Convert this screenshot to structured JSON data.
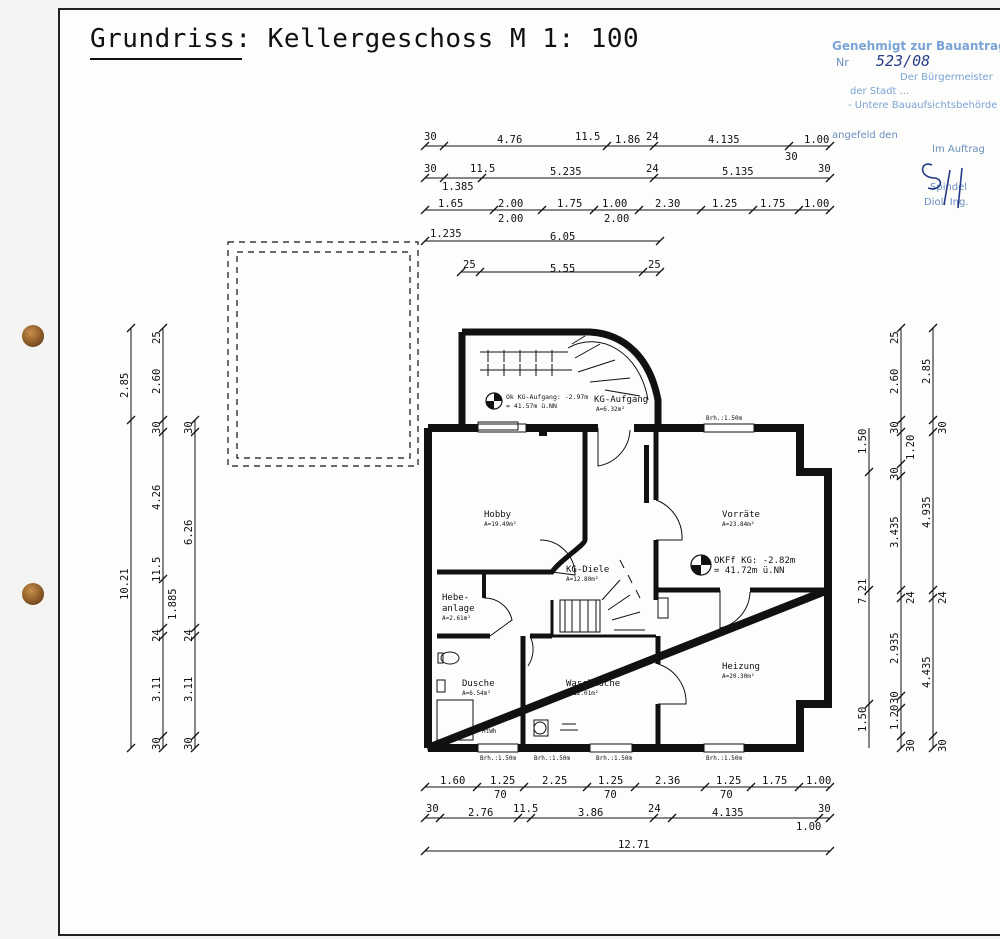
{
  "title": "Grundriss:  Kellergeschoss   M 1: 100",
  "stamp": {
    "line1": "Genehmigt zur Bauantrag",
    "nr_prefix": "Nr",
    "nr": "523/08",
    "line3": "Der Bürgermeister",
    "line4": "der Stadt ...",
    "line5": "- Untere Bauaufsichtsbehörde -",
    "line6": "angefeld den",
    "auftrag": "Im Auftrag",
    "sig1": "Spindel",
    "sig2": "Diol. Ing."
  },
  "rooms": {
    "hobby": {
      "name": "Hobby",
      "area": "A=19.49m²"
    },
    "vorraete": {
      "name": "Vorräte",
      "area": "A=23.84m²"
    },
    "diele": {
      "name": "KG-Diele",
      "area": "A=12.80m²"
    },
    "hebe1": "Hebe-",
    "hebe2": "anlage",
    "hebe_area": "A=2.61m²",
    "dusche": {
      "name": "Dusche",
      "area": "A=6.54m²"
    },
    "wasch": {
      "name": "Waschküche",
      "area": "A=12.01m²"
    },
    "heizung": {
      "name": "Heizung",
      "area": "A=20.30m²"
    },
    "aufgang": {
      "name": "KG-Aufgang",
      "area": "A=6.32m²"
    }
  },
  "levels": {
    "aufgang1": "Ok KG-Aufgang: -2.97m",
    "aufgang2": "= 41.57m ü.NN",
    "okff1": "OKFf KG: -2.82m",
    "okff2": "= 41.72m ü.NN"
  },
  "brh": {
    "b1": "Brh.:1.50m",
    "b2": "Brh.:1.50m",
    "b3": "Brh.:1.50m",
    "b4": "Brh.:1.50m",
    "b5": "Brh.:1.50m",
    "htwh": "HtWh"
  },
  "dims_top": {
    "r1": [
      "30",
      "4.76",
      "11.5",
      "1.86",
      "24",
      "4.135",
      "1.00",
      "30"
    ],
    "r2": [
      "30",
      "11.5",
      "5.235",
      "24",
      "5.135",
      "30",
      "1.385"
    ],
    "r3": [
      "1.65",
      "2.00",
      "1.75",
      "1.00",
      "2.30",
      "1.25",
      "1.75",
      "1.00",
      "2.00",
      "2.00"
    ],
    "r4": [
      "1.235",
      "6.05"
    ],
    "r5": [
      "25",
      "5.55",
      "25"
    ]
  },
  "dims_bottom": {
    "r1": [
      "1.60",
      "1.25",
      "2.25",
      "1.25",
      "2.36",
      "1.25",
      "1.75",
      "1.00",
      "70",
      "70",
      "70"
    ],
    "r2": [
      "30",
      "2.76",
      "11.5",
      "3.86",
      "24",
      "4.135",
      "30",
      "1.00"
    ],
    "total": "12.71"
  },
  "dims_left": {
    "a": [
      "2.85",
      "10.21"
    ],
    "b": [
      "25",
      "2.60",
      "30",
      "4.26",
      "11.5",
      "1.885",
      "24",
      "3.11",
      "30"
    ],
    "c": [
      "30",
      "6.26",
      "24",
      "3.11",
      "30"
    ]
  },
  "dims_right": {
    "a": [
      "1.50",
      "7.21",
      "1.50"
    ],
    "b": [
      "25",
      "2.60",
      "30",
      "1.20",
      "30",
      "3.435",
      "24",
      "2.935",
      "30",
      "1.20",
      "30"
    ],
    "c": [
      "2.85",
      "30",
      "4.935",
      "24",
      "4.435",
      "30"
    ]
  }
}
